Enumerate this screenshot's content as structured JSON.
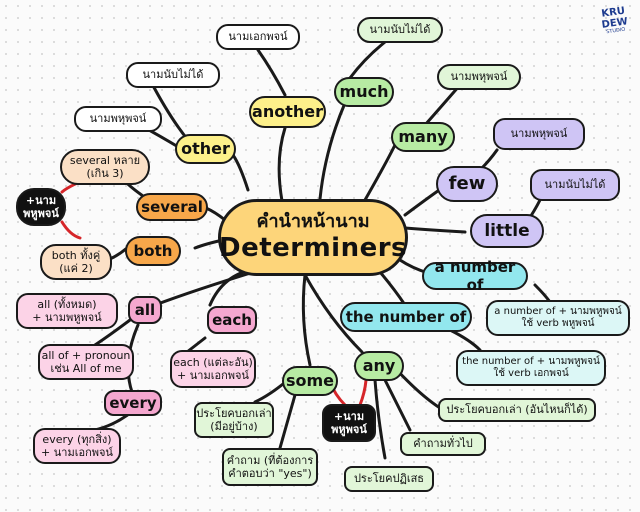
{
  "logo": {
    "line1": "KRU",
    "line2": "DEW",
    "line3": "STUDIO"
  },
  "center": {
    "thai": "คำนำหน้านาม",
    "english": "Determiners"
  },
  "another": {
    "word": "another",
    "note": "นามเอกพจน์"
  },
  "other": {
    "word": "other",
    "note_uncountable": "นามนับไม่ได้",
    "note_plural": "นามพหุพจน์"
  },
  "much": {
    "word": "much",
    "note": "นามนับไม่ได้"
  },
  "many": {
    "word": "many",
    "note": "นามพหุพจน์"
  },
  "few": {
    "word": "few",
    "note": "นามพหุพจน์"
  },
  "little": {
    "word": "little",
    "note": "นามนับไม่ได้"
  },
  "several": {
    "word": "several",
    "def": "several หลาย\n(เกิน 3)"
  },
  "plural_badge": "+นาม\nพหูพจน์",
  "both": {
    "word": "both",
    "def": "both ทั้งคู่\n(แค่ 2)"
  },
  "all": {
    "word": "all",
    "def": "all (ทั้งหมด)\n+ นามพหูพจน์",
    "pronoun": "all of + pronoun\nเช่น All of me"
  },
  "each": {
    "word": "each",
    "def": "each (แต่ละอัน)\n+ นามเอกพจน์"
  },
  "every": {
    "word": "every",
    "def": "every (ทุกสิ่ง)\n+ นามเอกพจน์"
  },
  "a_number_of": {
    "word": "a number of",
    "rule": "a number of + นามพหูพจน์\nใช้ verb พหูพจน์"
  },
  "the_number_of": {
    "word": "the number of",
    "rule": "the number of + นามพหูพจน์\nใช้ verb เอกพจน์"
  },
  "some": {
    "word": "some",
    "affirmative": "ประโยคบอกเล่า\n(มีอยู่บ้าง)",
    "question": "คำถาม (ที่ต้องการ\nคำตอบว่า \"yes\")"
  },
  "any": {
    "word": "any",
    "affirmative": "ประโยคบอกเล่า (อันไหนก็ได้)",
    "question": "คำถามทั่วไป",
    "negative": "ประโยคปฏิเสธ"
  },
  "colors": {
    "center": "#fdd57a",
    "yellow": "#fdf08a",
    "green": "#b7eba3",
    "purple": "#cfc5f5",
    "orange": "#f7a74a",
    "peach": "#fbe0c6",
    "pink": "#f5a7cf",
    "lightpink": "#fcd3e7",
    "cyan": "#92e7ee",
    "lightcyan": "#dcf7f6",
    "lightgreen": "#e1f6d8",
    "black": "#111111"
  }
}
